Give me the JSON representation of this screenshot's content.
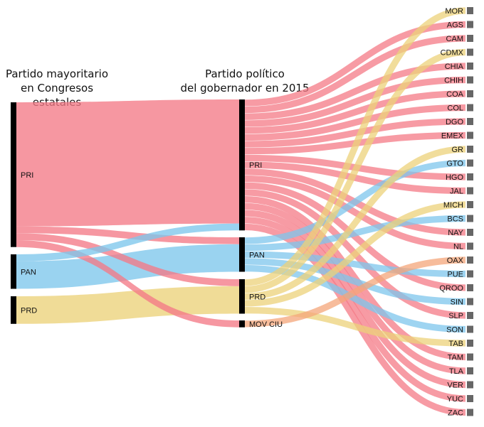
{
  "titles": {
    "left_line1": "Partido mayoritario",
    "left_line2": "en Congresos estatales",
    "middle_line1": "Partido político",
    "middle_line2": "del gobernador en 2015"
  },
  "colors": {
    "PRI": "#f47a86",
    "PAN": "#7ec6ec",
    "PRD": "#ecd27a",
    "MOV CIU": "#f4a57a",
    "node": "#000000",
    "state_marker": "#666666"
  },
  "chart_data": {
    "type": "sankey",
    "left_nodes": [
      {
        "name": "PRI",
        "label": "PRI",
        "value": 21
      },
      {
        "name": "PAN",
        "label": "PAN",
        "value": 5
      },
      {
        "name": "PRD",
        "label": "PRD",
        "value": 4
      }
    ],
    "middle_nodes": [
      {
        "name": "PRI",
        "label": "PRI",
        "value": 19
      },
      {
        "name": "PAN",
        "label": "PAN",
        "value": 5
      },
      {
        "name": "PRD",
        "label": "PRD",
        "value": 5
      },
      {
        "name": "MOV CIU",
        "label": "MOV CIU",
        "value": 1
      }
    ],
    "flows": [
      {
        "from": "PRI",
        "to": "PRI",
        "value": 18
      },
      {
        "from": "PRI",
        "to": "PAN",
        "value": 1
      },
      {
        "from": "PRI",
        "to": "PRD",
        "value": 1
      },
      {
        "from": "PRI",
        "to": "MOV CIU",
        "value": 1
      },
      {
        "from": "PAN",
        "to": "PRI",
        "value": 1
      },
      {
        "from": "PAN",
        "to": "PAN",
        "value": 4
      },
      {
        "from": "PRD",
        "to": "PRD",
        "value": 4
      }
    ],
    "states": [
      {
        "name": "MOR",
        "source": "PRD",
        "dest": "PRD"
      },
      {
        "name": "AGS",
        "source": "PRI",
        "dest": "PRI"
      },
      {
        "name": "CAM",
        "source": "PRI",
        "dest": "PRI"
      },
      {
        "name": "CDMX",
        "source": "PRD",
        "dest": "PRD"
      },
      {
        "name": "CHIA",
        "source": "PRI",
        "dest": "PRI"
      },
      {
        "name": "CHIH",
        "source": "PRI",
        "dest": "PRI"
      },
      {
        "name": "COA",
        "source": "PRI",
        "dest": "PRI"
      },
      {
        "name": "COL",
        "source": "PRI",
        "dest": "PRI"
      },
      {
        "name": "DGO",
        "source": "PRI",
        "dest": "PRI"
      },
      {
        "name": "EMEX",
        "source": "PRI",
        "dest": "PRI"
      },
      {
        "name": "GR",
        "source": "PRD",
        "dest": "PRD"
      },
      {
        "name": "GTO",
        "source": "PAN",
        "dest": "PAN"
      },
      {
        "name": "HGO",
        "source": "PRI",
        "dest": "PRI"
      },
      {
        "name": "JAL",
        "source": "PRI",
        "dest": "PRI"
      },
      {
        "name": "MICH",
        "source": "PRI",
        "dest": "PRD"
      },
      {
        "name": "BCS",
        "source": "PAN",
        "dest": "PAN"
      },
      {
        "name": "NAY",
        "source": "PRI",
        "dest": "PRI"
      },
      {
        "name": "NL",
        "source": "PRI",
        "dest": "PRI"
      },
      {
        "name": "OAX",
        "source": "PRI",
        "dest": "MOV CIU"
      },
      {
        "name": "PUE",
        "source": "PRI",
        "dest": "PAN"
      },
      {
        "name": "QROO",
        "source": "PRI",
        "dest": "PRI"
      },
      {
        "name": "SIN",
        "source": "PAN",
        "dest": "PAN"
      },
      {
        "name": "SLP",
        "source": "PRI",
        "dest": "PRI"
      },
      {
        "name": "SON",
        "source": "PAN",
        "dest": "PAN"
      },
      {
        "name": "TAB",
        "source": "PRD",
        "dest": "PRD"
      },
      {
        "name": "TAM",
        "source": "PRI",
        "dest": "PRI"
      },
      {
        "name": "TLA",
        "source": "PAN",
        "dest": "PRI"
      },
      {
        "name": "VER",
        "source": "PRI",
        "dest": "PRI"
      },
      {
        "name": "YUC",
        "source": "PRI",
        "dest": "PRI"
      },
      {
        "name": "ZAC",
        "source": "PRI",
        "dest": "PRI"
      }
    ]
  }
}
